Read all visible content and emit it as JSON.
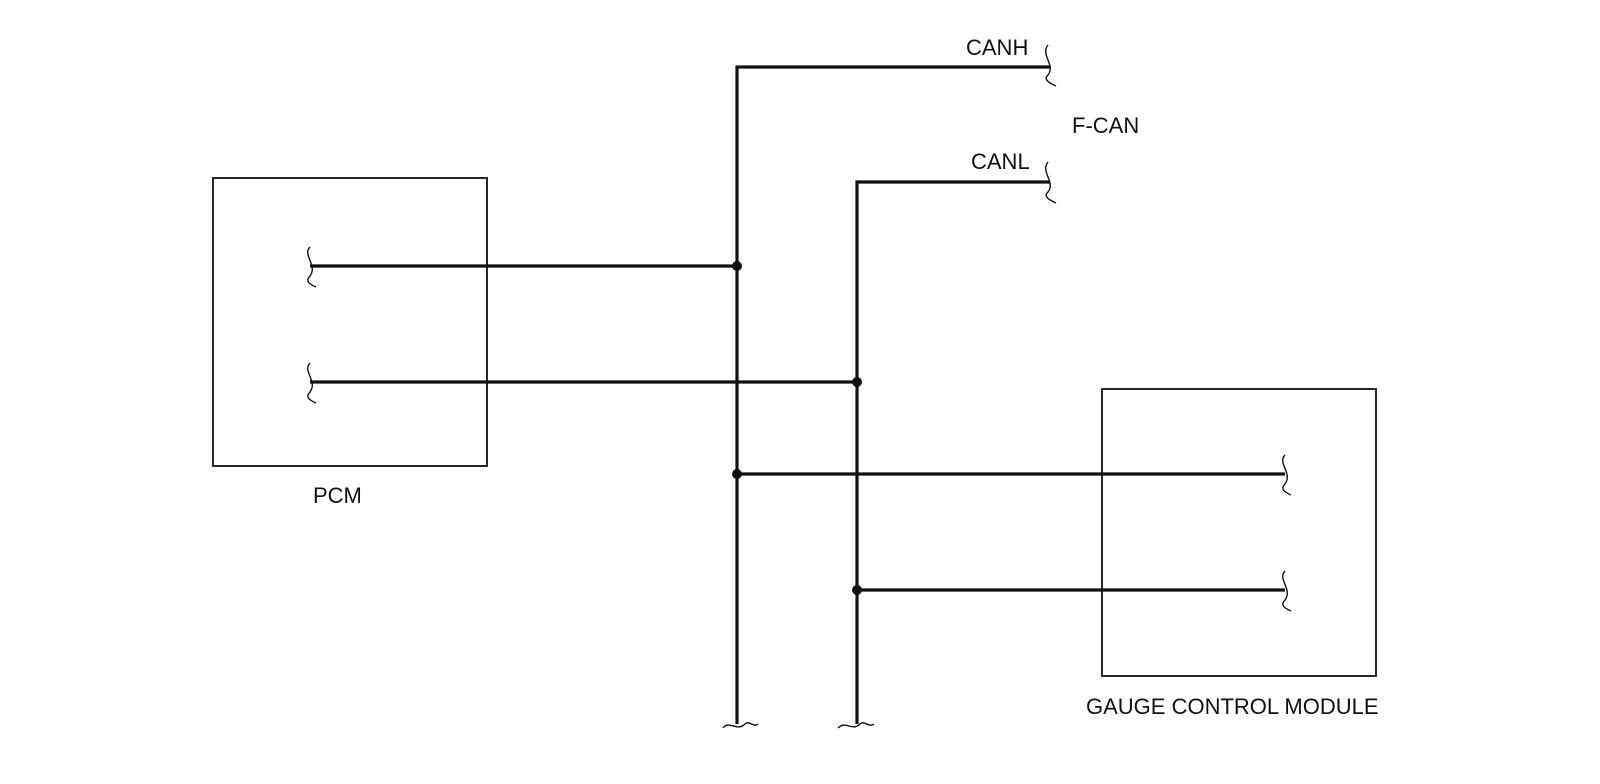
{
  "labels": {
    "canh": "CANH",
    "canl": "CANL",
    "bus": "F-CAN",
    "pcm": "PCM",
    "gauge": "GAUGE CONTROL MODULE"
  },
  "colors": {
    "line": "#111111",
    "background": "#ffffff"
  }
}
